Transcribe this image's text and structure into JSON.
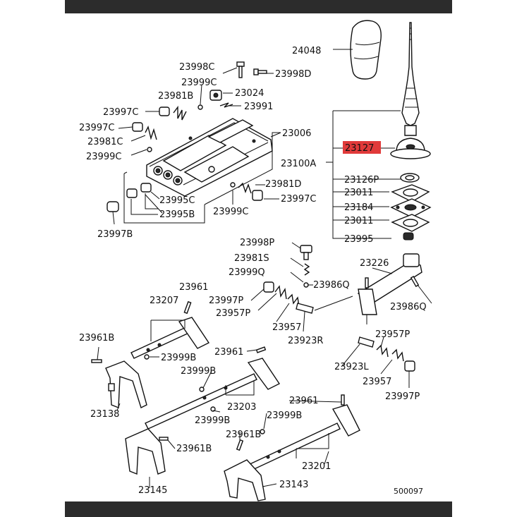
{
  "diagram_id": "500097",
  "highlight": {
    "part": "23127",
    "color": "#e13a3a"
  },
  "labels": {
    "l24048": "24048",
    "l23998C": "23998C",
    "l23998D": "23998D",
    "l23999C_a": "23999C",
    "l23024": "23024",
    "l23981B_a": "23981B",
    "l23991": "23991",
    "l23997C_a": "23997C",
    "l23997C_b": "23997C",
    "l23006": "23006",
    "l23981C": "23981C",
    "l23999C_b": "23999C",
    "l23127": "23127",
    "l23100A": "23100A",
    "l23126P": "23126P",
    "l23011_a": "23011",
    "l23184": "23184",
    "l23011_b": "23011",
    "l23995": "23995",
    "l23981D": "23981D",
    "l23997C_c": "23997C",
    "l23999C_c": "23999C",
    "l23995C": "23995C",
    "l23995B": "23995B",
    "l23997B": "23997B",
    "l23998P": "23998P",
    "l23981S": "23981S",
    "l23999Q": "23999Q",
    "l23986Q_a": "23986Q",
    "l23226": "23226",
    "l23986Q_b": "23986Q",
    "l23961_a": "23961",
    "l23207": "23207",
    "l23997P_a": "23997P",
    "l23957P_a": "23957P",
    "l23957_a": "23957",
    "l23923R": "23923R",
    "l23961B_a": "23961B",
    "l23999B_a": "23999B",
    "l23961_b": "23961",
    "l23957P_b": "23957P",
    "l23923L": "23923L",
    "l23957_b": "23957",
    "l23997P_b": "23997P",
    "l23999B_b": "23999B",
    "l23138": "23138",
    "l23203": "23203",
    "l23961_c": "23961",
    "l23999B_c": "23999B",
    "l23999B_d": "23999B",
    "l23961B_b": "23961B",
    "l23961B_c": "23961B",
    "l23201": "23201",
    "l23145": "23145",
    "l23143": "23143",
    "l500097": "500097"
  }
}
